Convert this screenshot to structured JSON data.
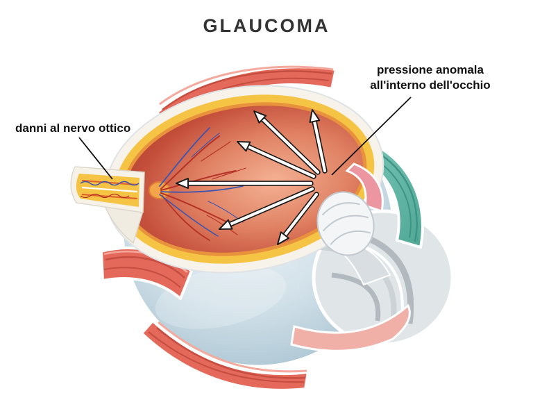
{
  "title": "GLAUCOMA",
  "labels": {
    "optic_nerve_damage": "danni al nervo ottico",
    "pressure": {
      "line1": "pressione anomala",
      "line2": "all'interno dell'occhio"
    }
  },
  "illustration": {
    "subject": "eye-cross-section",
    "arrow_count": 6,
    "colors": {
      "background": "#ffffff",
      "title_text": "#333333",
      "label_text": "#111111",
      "sclera_cream": "#f7f3ea",
      "eyeball_blue_gray": "#c3d6e0",
      "choroid_yellow": "#f6c445",
      "choroid_orange": "#e8923e",
      "interior_red": "#c44f3b",
      "interior_highlight": "#f4b193",
      "muscle_red": "#e4695a",
      "muscle_stripe": "#c54e40",
      "muscle_highlight": "#f5a89c",
      "ciliary_teal": "#5fb3a3",
      "capsule_gray": "#c9d0d4",
      "vessel_red": "#b53226",
      "vessel_blue": "#3b55b0",
      "arrow_fill": "#ffffff",
      "arrow_outline": "#1a1a1a",
      "pink_tissue": "#ec96a2"
    }
  }
}
